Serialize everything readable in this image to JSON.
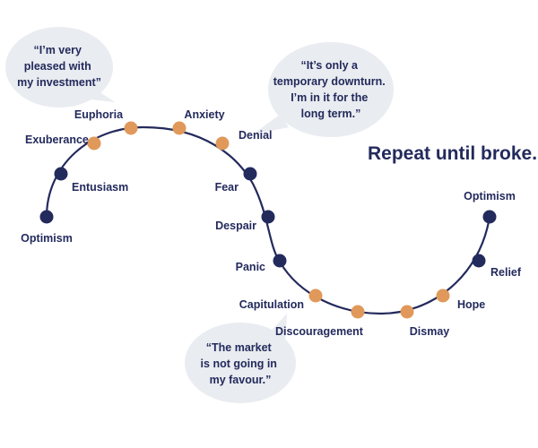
{
  "colors": {
    "curve": "#232a5c",
    "dark_dot": "#232a5c",
    "light_dot": "#e0995a",
    "bubble": "#e9ecf0",
    "text": "#232a5c"
  },
  "headline": "Repeat until broke...",
  "bubbles": [
    {
      "lines": [
        "“I’m very",
        "pleased with",
        "my investment”"
      ]
    },
    {
      "lines": [
        "“It’s only a",
        "temporary downturn.",
        "I’m in it for the",
        "long term.”"
      ]
    },
    {
      "lines": [
        "“The market",
        "is  not going in",
        "my favour.”"
      ]
    }
  ],
  "stages": [
    {
      "label": "Optimism",
      "tone": "dark"
    },
    {
      "label": "Entusiasm",
      "tone": "dark"
    },
    {
      "label": "Exuberance",
      "tone": "light"
    },
    {
      "label": "Euphoria",
      "tone": "light"
    },
    {
      "label": "Anxiety",
      "tone": "light"
    },
    {
      "label": "Denial",
      "tone": "light"
    },
    {
      "label": "Fear",
      "tone": "dark"
    },
    {
      "label": "Despair",
      "tone": "dark"
    },
    {
      "label": "Panic",
      "tone": "dark"
    },
    {
      "label": "Capitulation",
      "tone": "light"
    },
    {
      "label": "Discouragement",
      "tone": "light"
    },
    {
      "label": "Dismay",
      "tone": "light"
    },
    {
      "label": "Hope",
      "tone": "light"
    },
    {
      "label": "Relief",
      "tone": "dark"
    },
    {
      "label": "Optimism",
      "tone": "dark"
    }
  ]
}
